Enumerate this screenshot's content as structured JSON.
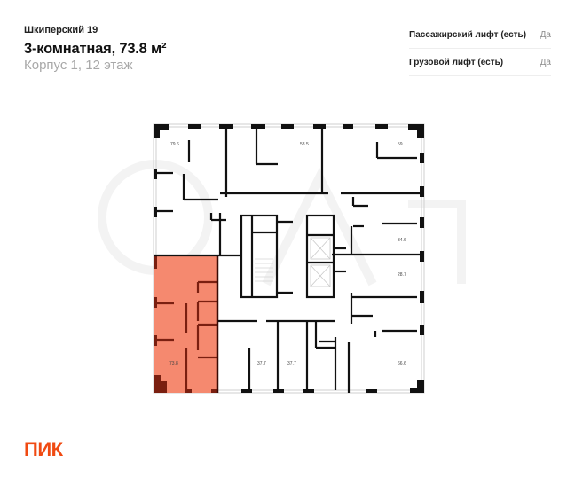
{
  "header": {
    "project_name": "Шкиперский 19",
    "apartment_title": "3-комнатная, 73.8 м²",
    "building_floor": "Корпус 1, 12 этаж"
  },
  "specs": [
    {
      "label": "Пассажирский лифт (есть)",
      "value": "Да"
    },
    {
      "label": "Грузовой лифт (есть)",
      "value": "Да"
    }
  ],
  "floor_plan": {
    "highlight_color": "#f5896f",
    "highlight_wall_color": "#7a1f10",
    "wall_color": "#111111",
    "units": [
      {
        "area": "79.6",
        "highlighted": false
      },
      {
        "area": "58.5",
        "highlighted": false
      },
      {
        "area": "59",
        "highlighted": false
      },
      {
        "area": "34.6",
        "highlighted": false
      },
      {
        "area": "28.7",
        "highlighted": false
      },
      {
        "area": "73.8",
        "highlighted": true
      },
      {
        "area": "37.7",
        "highlighted": false
      },
      {
        "area": "37.7",
        "highlighted": false
      },
      {
        "area": "66.6",
        "highlighted": false
      }
    ]
  },
  "brand": {
    "logo_text": "ПИК",
    "logo_color": "#f04a12"
  }
}
